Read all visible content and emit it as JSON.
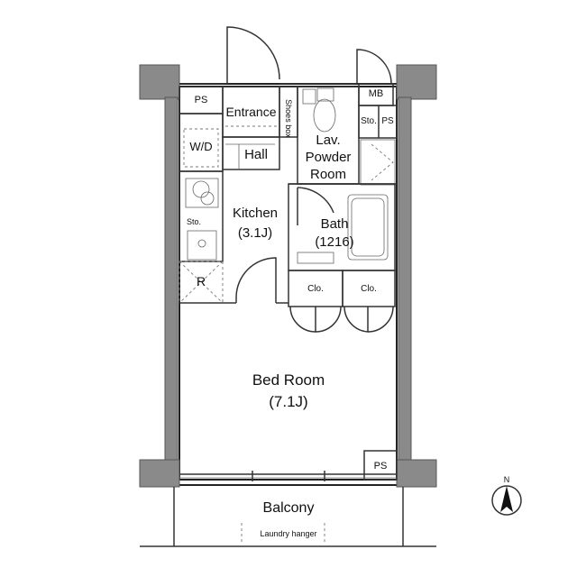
{
  "rooms": {
    "ps_top": "PS",
    "entrance": "Entrance",
    "shoes_box": "Shoes box",
    "mb": "MB",
    "sto_top": "Sto.",
    "ps_right": "PS",
    "wd": "W/D",
    "hall": "Hall",
    "lav_line1": "Lav.",
    "lav_line2": "Powder",
    "lav_line3": "Room",
    "kitchen_name": "Kitchen",
    "kitchen_size": "(3.1J)",
    "sto_kitchen": "Sto.",
    "bath_name": "Bath",
    "bath_size": "(1216)",
    "fridge": "R",
    "clo_left": "Clo.",
    "clo_right": "Clo.",
    "bedroom_name": "Bed Room",
    "bedroom_size": "(7.1J)",
    "ps_bottom": "PS",
    "balcony": "Balcony",
    "laundry": "Laundry hanger"
  },
  "compass": {
    "label": "N"
  }
}
